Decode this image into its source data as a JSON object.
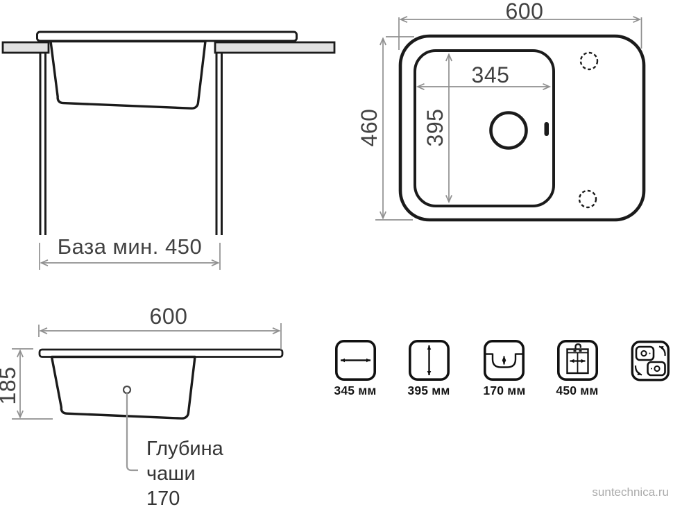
{
  "front_view": {
    "base_dimension": "База мин. 450"
  },
  "top_view": {
    "width": "600",
    "height": "460",
    "bowl_width": "345",
    "bowl_depth": "395"
  },
  "side_view": {
    "width": "600",
    "height": "185",
    "depth_lines": [
      "Глубина",
      "чаши",
      "170"
    ]
  },
  "icons": {
    "items": [
      {
        "name": "bowl-width-icon",
        "label": "345 мм"
      },
      {
        "name": "bowl-depth-icon",
        "label": "395 мм"
      },
      {
        "name": "bowl-height-icon",
        "label": "170 мм"
      },
      {
        "name": "cabinet-base-icon",
        "label": "450 мм"
      },
      {
        "name": "reversible-icon",
        "label": ""
      }
    ]
  },
  "watermark": "suntechnica.ru",
  "colors": {
    "outline": "#1b1b1b",
    "dimension_line": "#8f8f8f",
    "countertop_fill": "#e1e1e1",
    "dimension_text": "#424242",
    "watermark": "#ababab"
  }
}
